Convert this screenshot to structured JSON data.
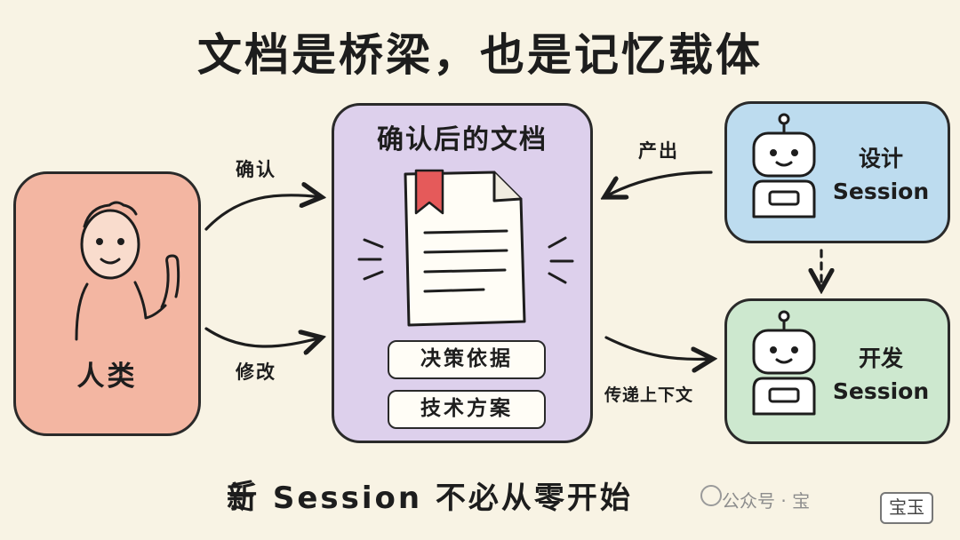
{
  "title": "文档是桥梁，也是记忆载体",
  "human": {
    "label": "人类"
  },
  "document": {
    "title": "确认后的文档",
    "items": [
      "决策依据",
      "技术方案"
    ]
  },
  "design_session": {
    "line1": "设计",
    "line2": "Session"
  },
  "dev_session": {
    "line1": "开发",
    "line2": "Session"
  },
  "arrows": {
    "confirm": "确认",
    "modify": "修改",
    "output": "产出",
    "pass_context": "传递上下文"
  },
  "bottom_text": "新 Session 不必从零开始",
  "watermark": {
    "text": "公众号 · 宝",
    "badge": "宝玉"
  },
  "colors": {
    "background": "#f8f3e4",
    "human_box": "#f3b6a2",
    "document_box": "#ddd0ec",
    "design_box": "#bddcef",
    "dev_box": "#cde8cf",
    "bookmark": "#e55a5a"
  }
}
